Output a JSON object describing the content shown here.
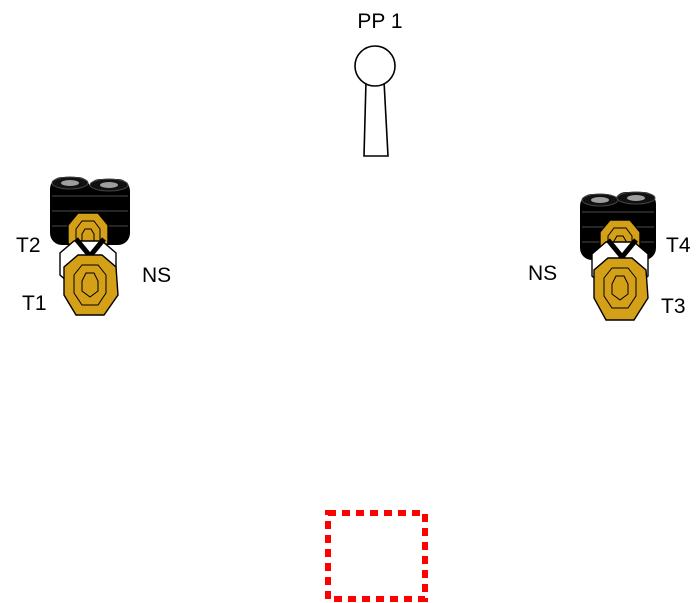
{
  "colors": {
    "target_gold": "#D4A017",
    "barrel_black": "#000000",
    "barrel_highlight": "#9E9E9E",
    "fault_line": "#FF0000",
    "outline": "#000000"
  },
  "shooting_position": {
    "label": "PP 1",
    "icon": "popper-steel-target-icon"
  },
  "target_groups": [
    {
      "side": "left",
      "upper_label": "T2",
      "lower_label": "T1",
      "no_shoot_label": "NS",
      "icons": [
        "barrel-stack-icon",
        "paper-target-icon",
        "no-shoot-target-icon",
        "paper-target-icon"
      ]
    },
    {
      "side": "right",
      "upper_label": "T4",
      "lower_label": "T3",
      "no_shoot_label": "NS",
      "icons": [
        "barrel-stack-icon",
        "paper-target-icon",
        "no-shoot-target-icon",
        "paper-target-icon"
      ]
    }
  ],
  "shooting_box": {
    "icon": "start-box-icon",
    "style": "dotted-red"
  }
}
